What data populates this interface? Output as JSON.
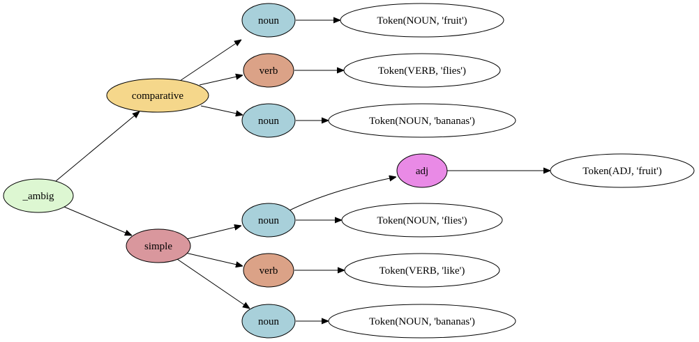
{
  "diagram": {
    "nodes": {
      "root": {
        "label": "_ambig",
        "color": "#ddf7d2"
      },
      "comparative": {
        "label": "comparative",
        "color": "#f5d78b"
      },
      "simple": {
        "label": "simple",
        "color": "#d9979d"
      },
      "c_noun1": {
        "label": "noun",
        "color": "#a8d0da"
      },
      "c_verb": {
        "label": "verb",
        "color": "#dba287"
      },
      "c_noun2": {
        "label": "noun",
        "color": "#a8d0da"
      },
      "s_noun": {
        "label": "noun",
        "color": "#a8d0da"
      },
      "s_adj": {
        "label": "adj",
        "color": "#e98ae6"
      },
      "s_verb": {
        "label": "verb",
        "color": "#dba287"
      },
      "s_noun2": {
        "label": "noun",
        "color": "#a8d0da"
      },
      "tok_noun_fruit": {
        "label": "Token(NOUN, 'fruit')",
        "color": "#ffffff"
      },
      "tok_verb_flies": {
        "label": "Token(VERB, 'flies')",
        "color": "#ffffff"
      },
      "tok_noun_bananas1": {
        "label": "Token(NOUN, 'bananas')",
        "color": "#ffffff"
      },
      "tok_adj_fruit": {
        "label": "Token(ADJ, 'fruit')",
        "color": "#ffffff"
      },
      "tok_noun_flies": {
        "label": "Token(NOUN, 'flies')",
        "color": "#ffffff"
      },
      "tok_verb_like": {
        "label": "Token(VERB, 'like')",
        "color": "#ffffff"
      },
      "tok_noun_bananas2": {
        "label": "Token(NOUN, 'bananas')",
        "color": "#ffffff"
      }
    }
  }
}
